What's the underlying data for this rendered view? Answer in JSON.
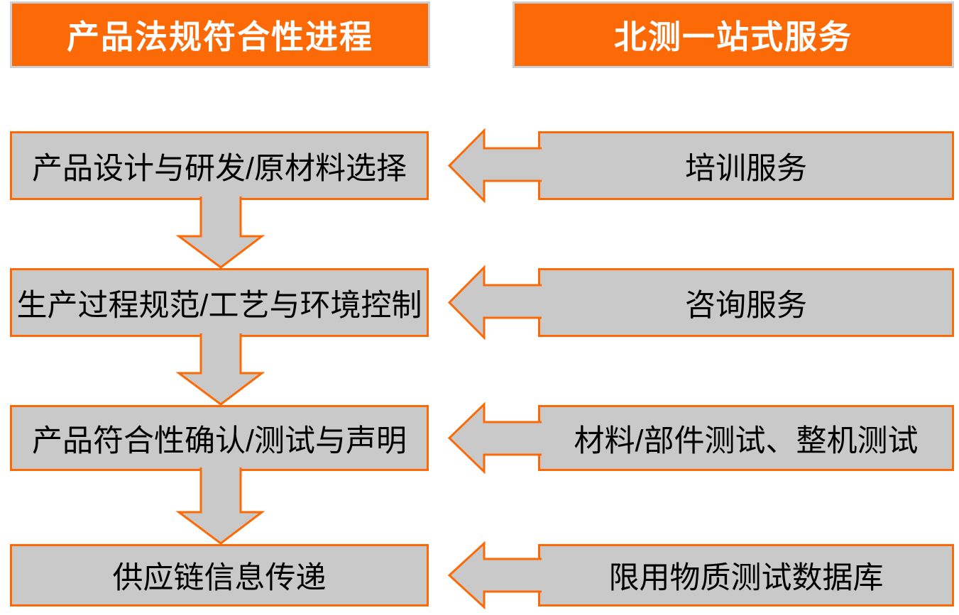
{
  "headers": {
    "left_label": "产品法规符合性进程",
    "right_label": "北测一站式服务"
  },
  "process_steps": [
    {
      "label": "产品设计与研发/原材料选择"
    },
    {
      "label": "生产过程规范/工艺与环境控制"
    },
    {
      "label": "产品符合性确认/测试与声明"
    },
    {
      "label": "供应链信息传递"
    }
  ],
  "services": [
    {
      "label": "培训服务"
    },
    {
      "label": "咨询服务"
    },
    {
      "label": "材料/部件测试、整机测试"
    },
    {
      "label": "限用物质测试数据库"
    }
  ],
  "colors": {
    "accent_orange": "#fb6a07",
    "box_fill": "#c9c9c9",
    "header_border": "#cbcfd6",
    "header_text": "#ffffff",
    "box_text": "#000000"
  }
}
